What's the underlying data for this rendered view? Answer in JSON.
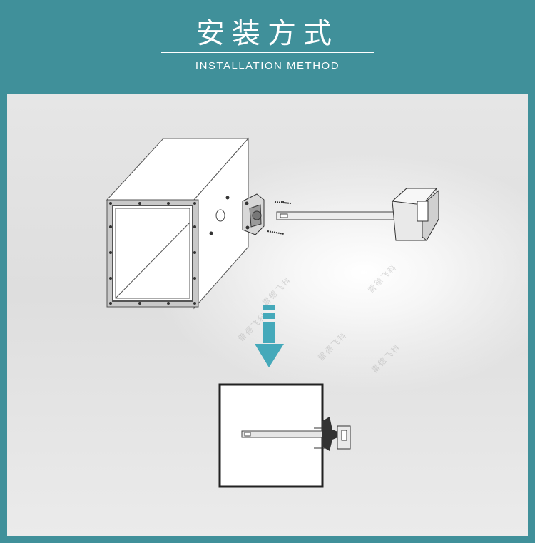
{
  "header": {
    "title_cn": "安装方式",
    "title_en": "INSTALLATION METHOD"
  },
  "watermark": {
    "text": "雷德飞科"
  },
  "colors": {
    "background": "#40909a",
    "panel": "#e4e4e4",
    "arrow": "#45a9ba",
    "line": "#3a3a3a"
  }
}
